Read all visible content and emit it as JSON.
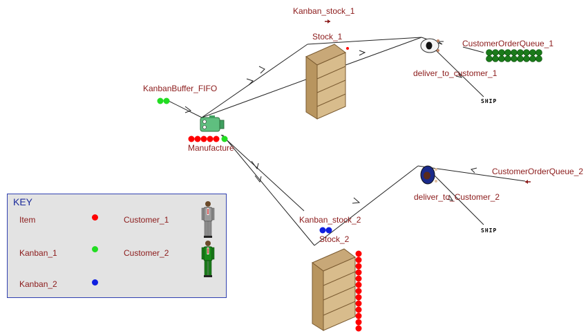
{
  "colors": {
    "item": "#ff0000",
    "kanban_1": "#22dd22",
    "kanban_2": "#1020e0",
    "label_text": "#8b1a1a",
    "key_border": "#2f3fb0",
    "key_title": "#1b2a9a",
    "shelf": "#c8a878",
    "machine": "#5fbf7f",
    "customer_order_2": "#1a7a1a"
  },
  "labels": {
    "kanban_stock_1": "Kanban_stock_1",
    "stock_1": "Stock_1",
    "customer_order_queue_1": "CustomerOrderQueue_1",
    "deliver_to_customer_1": "deliver_to_customer_1",
    "ship_1": "SHIP",
    "kanban_buffer_fifo": "KanbanBuffer_FIFO",
    "manufacture": "Manufacture",
    "customer_order_queue_2": "CustomerOrderQueue_2",
    "deliver_to_customer_2": "deliver_to_Customer_2",
    "ship_2": "SHIP",
    "kanban_stock_2": "Kanban_stock_2",
    "stock_2": "Stock_2"
  },
  "key": {
    "title": "KEY",
    "item": "Item",
    "kanban_1": "Kanban_1",
    "kanban_2": "Kanban_2",
    "customer_1": "Customer_1",
    "customer_2": "Customer_2"
  },
  "icons": {
    "machine": "machine-icon",
    "shelf": "shelf-icon",
    "server": "server-person-icon",
    "customer": "customer-person-icon"
  }
}
